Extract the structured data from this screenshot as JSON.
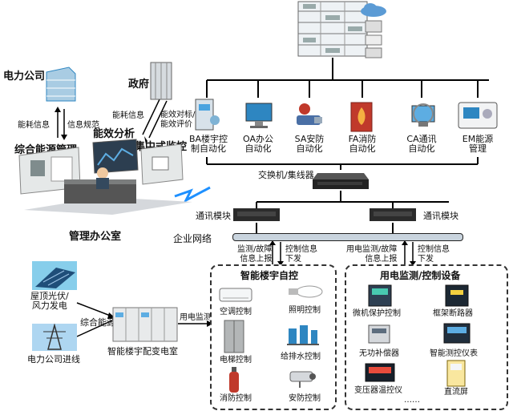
{
  "labels": {
    "power_company": "电力公司",
    "government": "政府",
    "energy_info_left": "能耗信息",
    "info_spec": "信息规范",
    "energy_info_gov": "能耗信息",
    "eff_target": "能效对标/",
    "eff_eval": "能效评价",
    "integrated_energy_mgmt": "综合能源管理",
    "energy_analysis": "能效分析",
    "centralized_monitor": "集中式监控",
    "mgmt_office": "管理办公室",
    "switch": "交换机/集线器",
    "comm_module_left": "通讯模块",
    "comm_module_right": "通讯模块",
    "enterprise_network": "企业网络",
    "monitor_fault_left_1": "监测/故障",
    "monitor_fault_left_2": "信息上报",
    "control_info_left_1": "控制信息",
    "control_info_left_2": "下发",
    "power_monitor_fault_1": "用电监测/故障",
    "power_monitor_fault_2": "信息上报",
    "control_info_right_1": "控制信息",
    "control_info_right_2": "下发",
    "rooftop_pv_1": "屋顶光伏/",
    "rooftop_pv_2": "风力发电",
    "grid_incoming": "电力公司进线",
    "integrated_energy": "综合能源",
    "power_monitoring": "用电监测",
    "substation": "智能楼宇配变电室"
  },
  "subsystems": [
    {
      "line1": "BA楼宇控",
      "line2": "制自动化"
    },
    {
      "line1": "OA办公",
      "line2": "自动化"
    },
    {
      "line1": "SA安防",
      "line2": "自动化"
    },
    {
      "line1": "FA消防",
      "line2": "自动化"
    },
    {
      "line1": "CA通讯",
      "line2": "自动化"
    },
    {
      "line1": "EM能源",
      "line2": "管理"
    }
  ],
  "panel_bldg": {
    "title": "智能楼宇自控",
    "items": [
      "空调控制",
      "照明控制",
      "电梯控制",
      "给排水控制",
      "消防控制",
      "安防控制"
    ]
  },
  "panel_power": {
    "title": "用电监测/控制设备",
    "items": [
      "微机保护控制",
      "框架断路器",
      "无功补偿器",
      "智能测控仪表",
      "变压器温控仪",
      "直流屏"
    ],
    "ellipsis": "……"
  },
  "colors": {
    "network_bar": "#c9d4de",
    "panel_border": "#333333",
    "lightning": "#1e90ff"
  }
}
